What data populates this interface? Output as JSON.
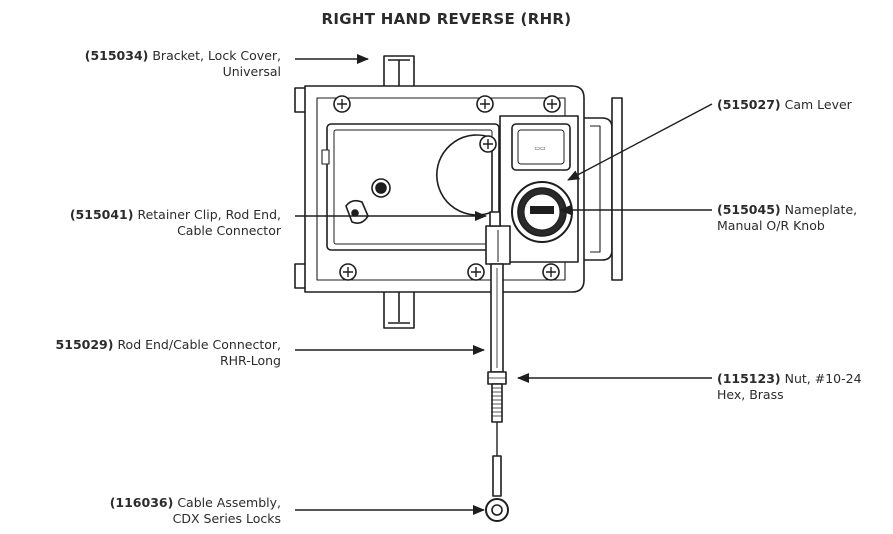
{
  "title": "RIGHT HAND REVERSE (RHR)",
  "callouts": [
    {
      "id": "bracket",
      "code": "(515034)",
      "line1": "Bracket, Lock Cover,",
      "line2": "Universal"
    },
    {
      "id": "retainer",
      "code": "(515041)",
      "line1": "Retainer Clip, Rod End,",
      "line2": "Cable Connector"
    },
    {
      "id": "rodend",
      "code": "515029)",
      "line1": "Rod End/Cable Connector,",
      "line2": "RHR-Long"
    },
    {
      "id": "cable",
      "code": "(116036)",
      "line1": "Cable Assembly,",
      "line2": "CDX Series  Locks"
    },
    {
      "id": "camlever",
      "code": "(515027)",
      "line1": "Cam Lever",
      "line2": ""
    },
    {
      "id": "nameplate",
      "code": "(515045)",
      "line1": "Nameplate,",
      "line2": "Manual O/R Knob"
    },
    {
      "id": "nut",
      "code": "(115123)",
      "line1": "Nut, #10-24",
      "line2": "Hex, Brass"
    }
  ],
  "colors": {
    "ink": "#2b2b2b",
    "stroke": "#1e1e1e",
    "fill": "#ffffff"
  }
}
